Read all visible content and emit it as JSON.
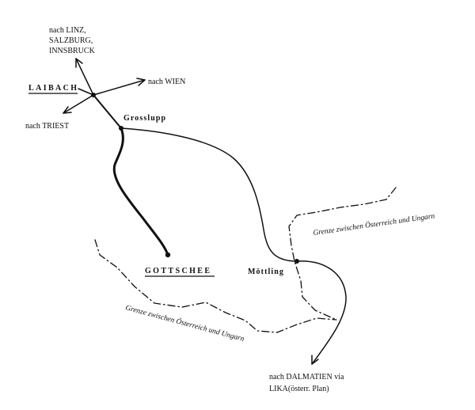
{
  "map": {
    "destinations": {
      "north": [
        "nach LINZ,",
        "SALZBURG,",
        "INNSBRUCK"
      ],
      "east": "nach WIEN",
      "west": "nach TRIEST",
      "south": [
        "nach DALMATIEN via",
        "LIKA(österr. Plan)"
      ]
    },
    "places": {
      "laibach": "LAIBACH",
      "grosslupp": "Grosslupp",
      "gottschee": "GOTTSCHEE",
      "moettling": "Möttling"
    },
    "borders": {
      "upper_label": "Grenze zwischen Österreich und Ungarn",
      "lower_label": "Grenze zwischen Österreich und Ungarn"
    },
    "colors": {
      "ink": "#111111",
      "background": "#ffffff"
    }
  }
}
